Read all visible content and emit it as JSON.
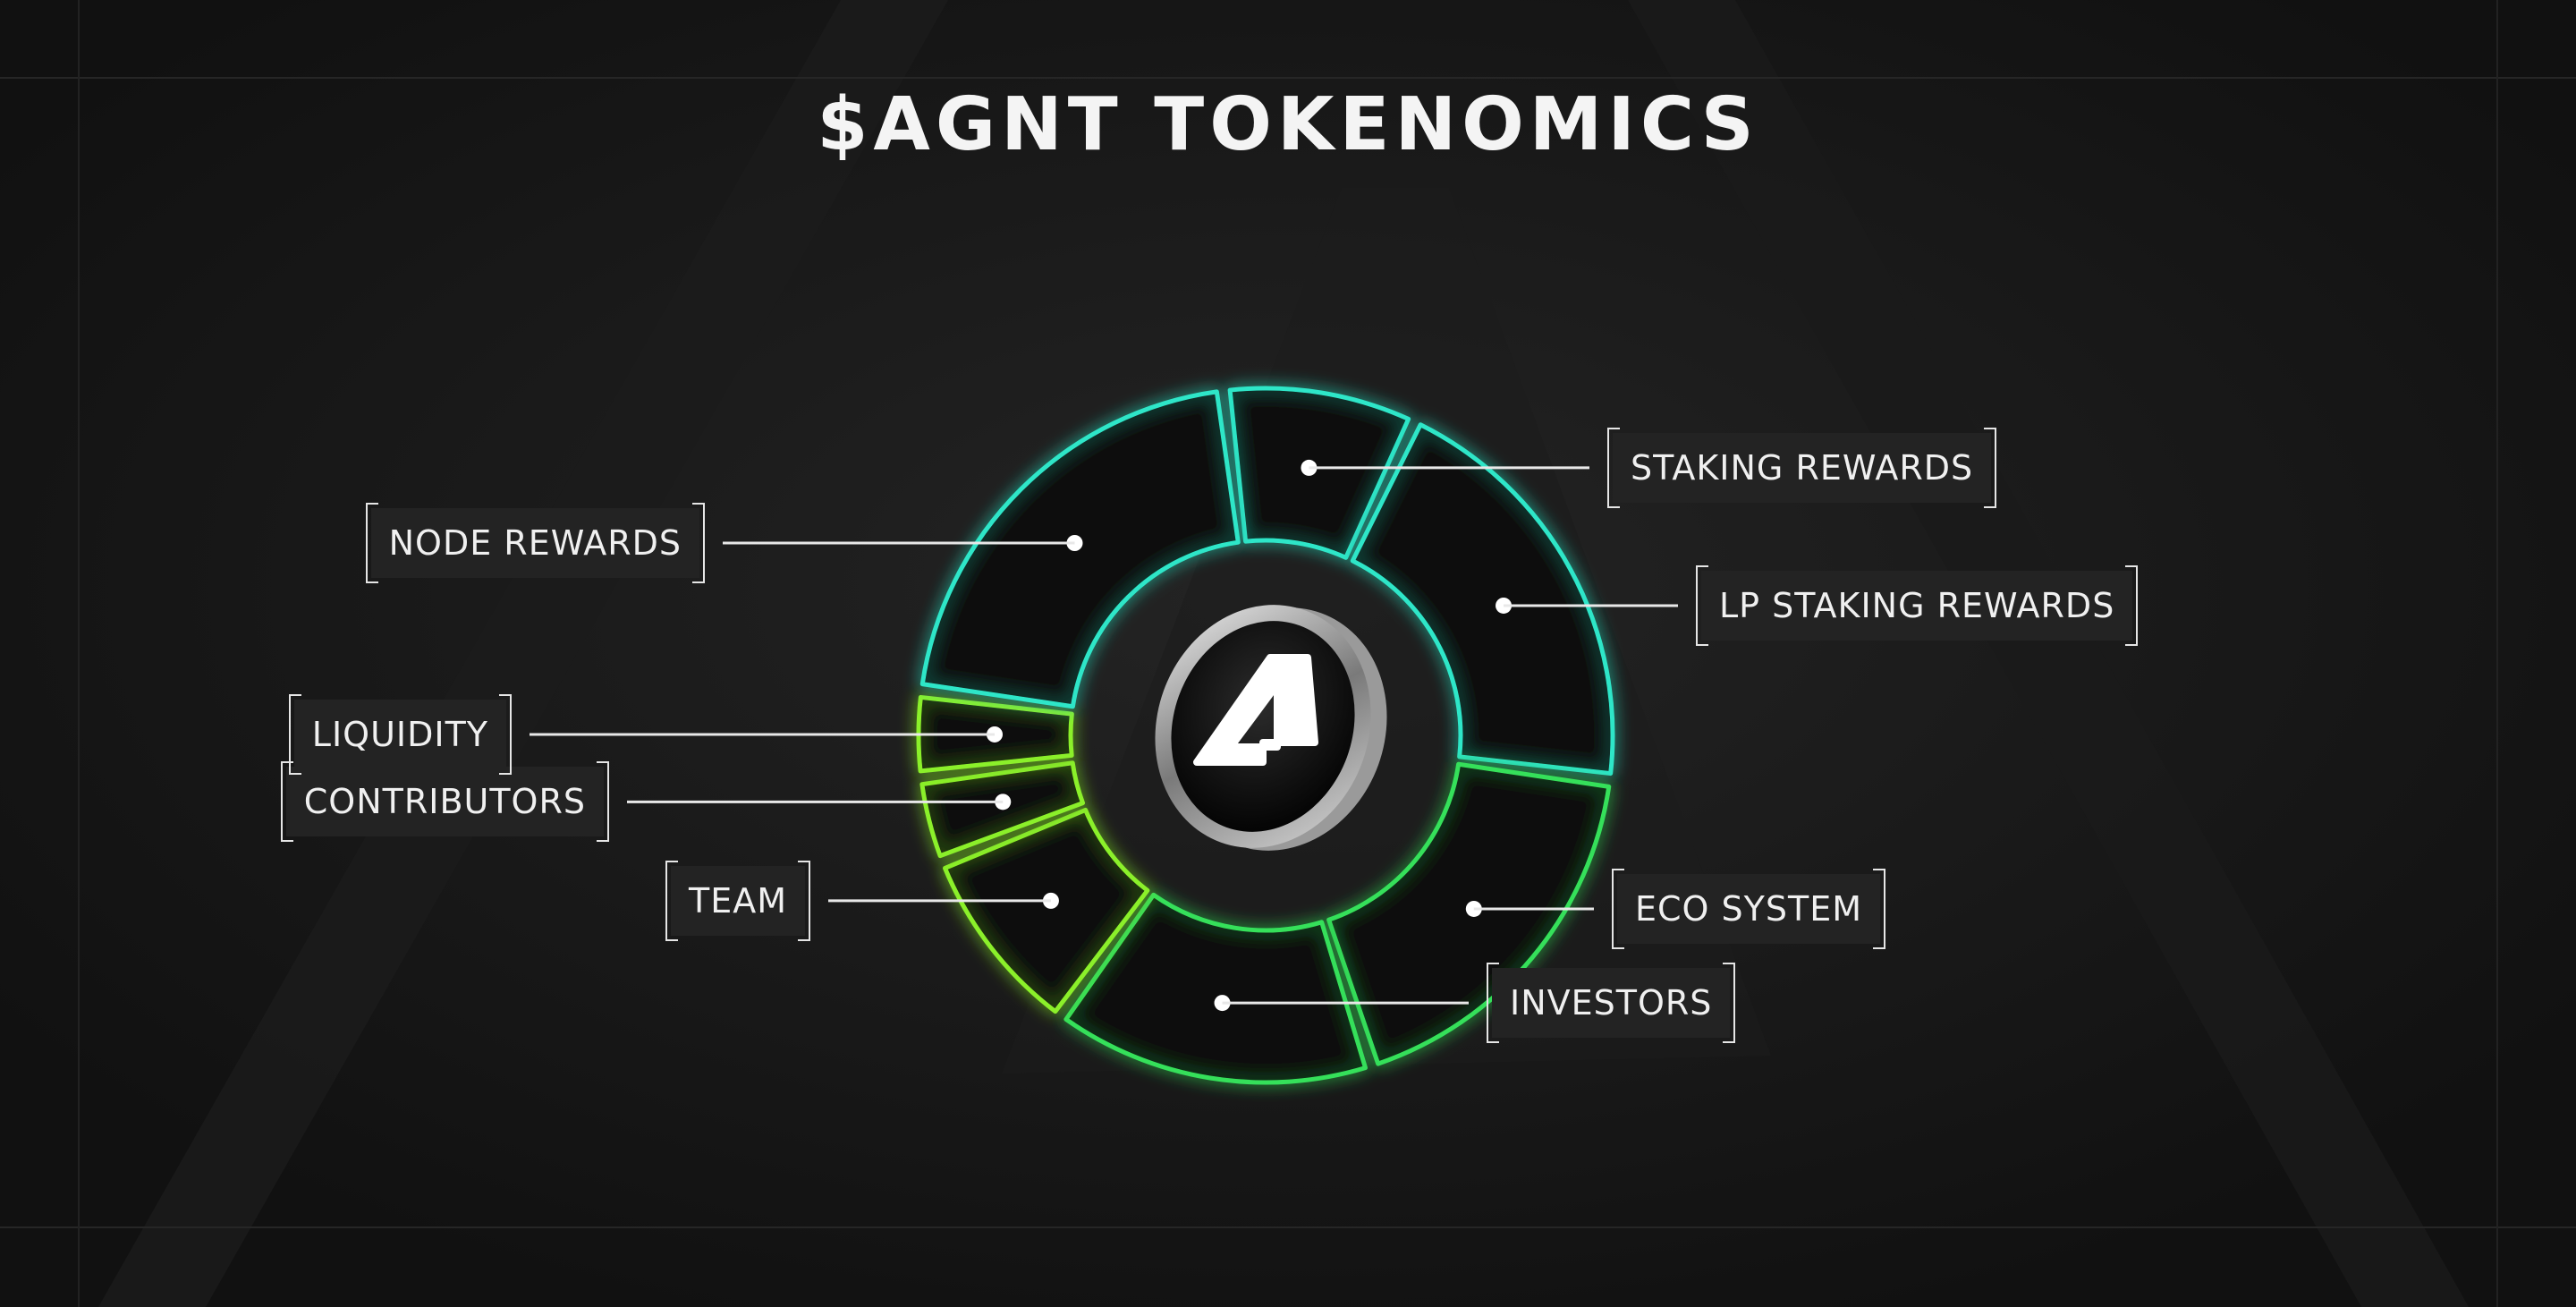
{
  "title": "$AGNT TOKENOMICS",
  "colors": {
    "background": "#121212",
    "cyan": "#2ee6c8",
    "green": "#35e05a",
    "lime": "#8bf02a"
  },
  "logo": {
    "icon": "agnt-coin-icon"
  },
  "chart_data": {
    "type": "pie",
    "title": "$AGNT TOKENOMICS",
    "categories": [
      "STAKING REWARDS",
      "LP STAKING REWARDS",
      "ECO SYSTEM",
      "INVESTORS",
      "TEAM",
      "CONTRIBUTORS",
      "LIQUIDITY",
      "NODE REWARDS"
    ],
    "values": [
      9,
      20,
      18,
      15,
      9,
      4,
      4,
      21
    ],
    "colors": [
      "#2ee6c8",
      "#2ee6c8",
      "#35e05a",
      "#35e05a",
      "#8bf02a",
      "#8bf02a",
      "#8bf02a",
      "#2ee6c8"
    ],
    "legend": "callout-labels"
  }
}
